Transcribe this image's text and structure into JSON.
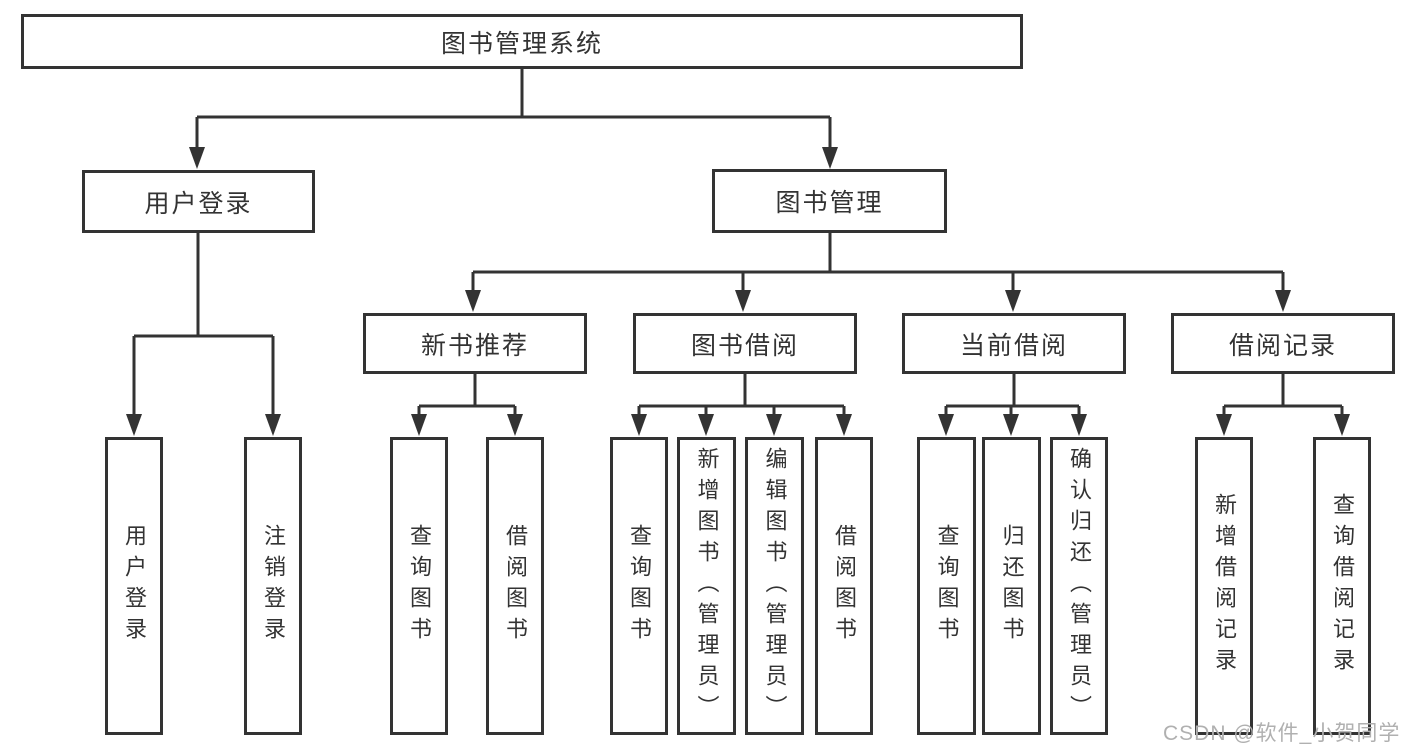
{
  "diagram_title": "图书管理系统",
  "tree": {
    "label": "图书管理系统",
    "children": [
      {
        "label": "用户登录",
        "children": [
          {
            "label": "用户登录"
          },
          {
            "label": "注销登录"
          }
        ]
      },
      {
        "label": "图书管理",
        "children": [
          {
            "label": "新书推荐",
            "children": [
              {
                "label": "查询图书"
              },
              {
                "label": "借阅图书"
              }
            ]
          },
          {
            "label": "图书借阅",
            "children": [
              {
                "label": "查询图书"
              },
              {
                "label": "新增图书（管理员）"
              },
              {
                "label": "编辑图书（管理员）"
              },
              {
                "label": "借阅图书"
              }
            ]
          },
          {
            "label": "当前借阅",
            "children": [
              {
                "label": "查询图书"
              },
              {
                "label": "归还图书"
              },
              {
                "label": "确认归还（管理员）"
              }
            ]
          },
          {
            "label": "借阅记录",
            "children": [
              {
                "label": "新增借阅记录"
              },
              {
                "label": "查询借阅记录"
              }
            ]
          }
        ]
      }
    ]
  },
  "watermark": {
    "text": "CSDN @软件_小贺同学"
  },
  "colors": {
    "line": "#333333",
    "box_border": "#333333",
    "text": "#333333",
    "watermark": "#b0b0b0",
    "background": "#ffffff"
  }
}
